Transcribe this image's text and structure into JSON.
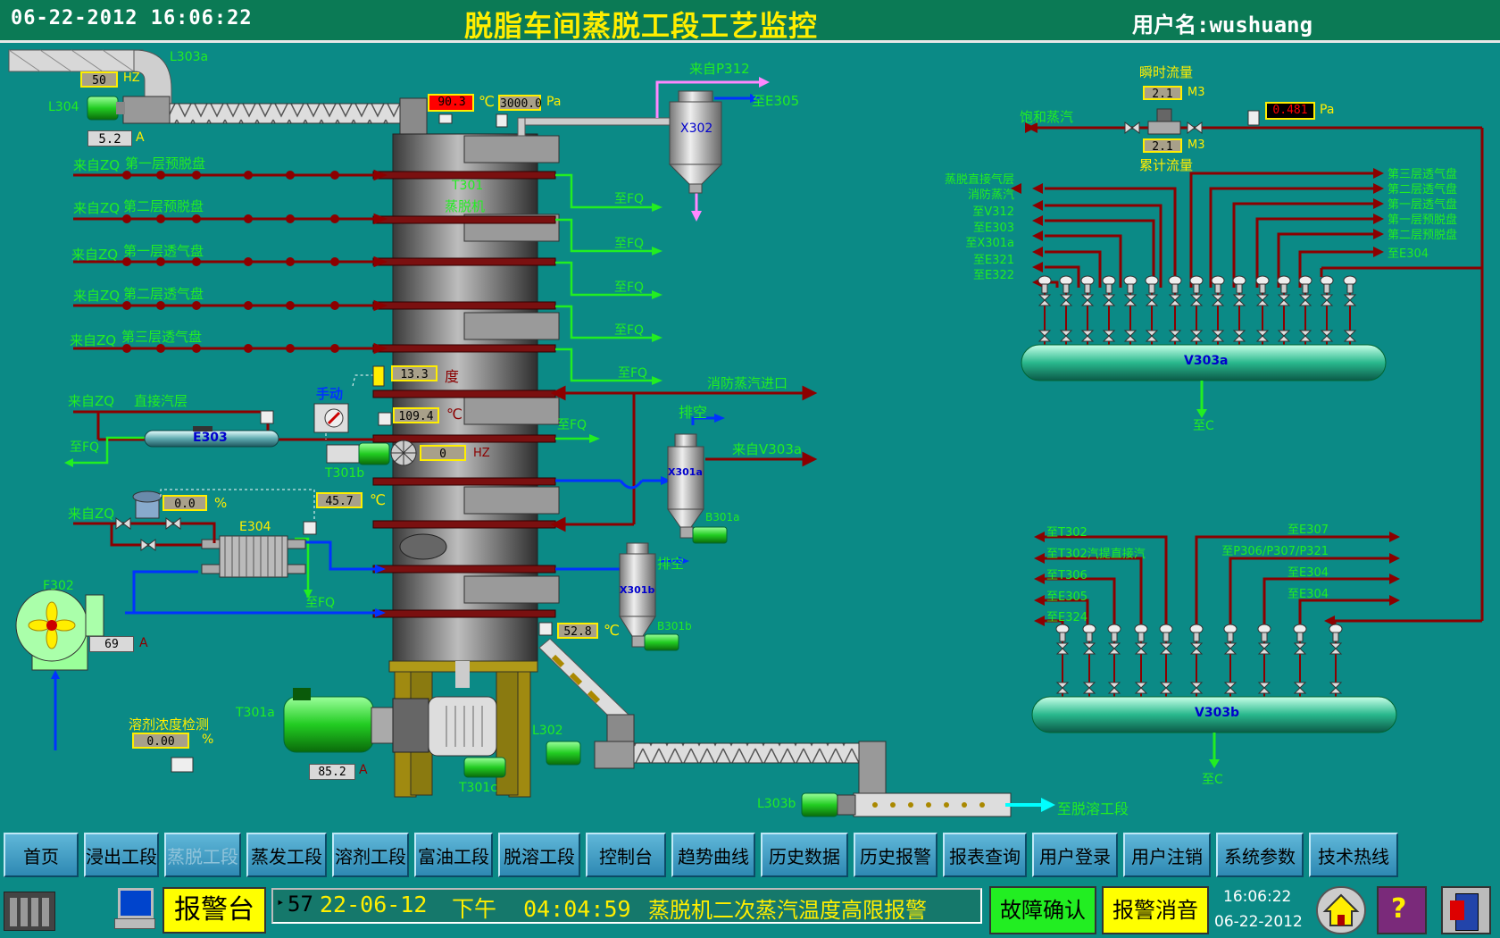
{
  "header": {
    "datetime": "06-22-2012  16:06:22",
    "title": "脱脂车间蒸脱工段工艺监控",
    "user": "用户名:wushuang"
  },
  "readings": {
    "hz_l303a": "50",
    "a_l304": "5.2",
    "temp_top": "90.3",
    "pressure_top": "3000.0",
    "deg_13": "13.3",
    "temp_109": "109.4",
    "hz_fan": "0",
    "valve_pct": "0.0",
    "temp_457": "45.7",
    "amp_f302": "69",
    "solvent_conc": "0.00",
    "amp_t301a": "85.2",
    "temp_528": "52.8",
    "flow_inst": "2.1",
    "flow_total": "2.1",
    "pressure_sat": "0.481"
  },
  "units": {
    "hz": "HZ",
    "amp": "A",
    "celsius": "℃",
    "pa": "Pa",
    "degree": "度",
    "pct": "%",
    "m3": "M3"
  },
  "left_labels": {
    "l303a": "L303a",
    "l304": "L304",
    "t301": "T301",
    "t301_name": "蒸脱机",
    "e303": "E303",
    "e304": "E304",
    "f302": "F302",
    "t301a": "T301a",
    "t301b": "T301b",
    "t301c": "T301c",
    "l302": "L302",
    "l303b": "L303b",
    "x302": "X302",
    "x301a": "X301a",
    "x301b": "X301b",
    "b301a": "B301a",
    "b301b": "B301b",
    "manual": "手动",
    "solvent_detect": "溶剂浓度检测"
  },
  "flow_labels": {
    "from_zq": "来自ZQ",
    "tray1_pre": "第一层预脱盘",
    "tray2_pre": "第二层预脱盘",
    "tray1_vent": "第一层透气盘",
    "tray2_vent": "第二层透气盘",
    "tray3_vent": "第三层透气盘",
    "direct_steam": "直接汽层",
    "to_fq": "至FQ",
    "from_p312": "来自P312",
    "to_e305": "至E305",
    "fire_steam_in": "消防蒸汽进口",
    "exhaust": "排空",
    "from_v303a": "来自V303a",
    "to_desolv": "至脱溶工段"
  },
  "right_top": {
    "inst_flow": "瞬时流量",
    "total_flow": "累计流量",
    "sat_steam": "饱和蒸汽",
    "left_outputs": [
      "蒸脱直接气层",
      "消防蒸汽",
      "至V312",
      "至E303",
      "至X301a",
      "至E321",
      "至E322"
    ],
    "right_outputs": [
      "第三层透气盘",
      "第二层透气盘",
      "第一层透气盘",
      "第一层预脱盘",
      "第二层预脱盘",
      "至E304"
    ],
    "tank": "V303a",
    "to_c": "至C"
  },
  "right_bottom": {
    "left_outputs": [
      "至T302",
      "至T302汽提直接汽",
      "至T306",
      "至E305",
      "至E324"
    ],
    "right_outputs": [
      "至E307",
      "至P306/P307/P321",
      "至E304",
      "至E304"
    ],
    "tank": "V303b",
    "to_c": "至C"
  },
  "nav": {
    "items": [
      "首页",
      "浸出工段",
      "蒸脱工段",
      "蒸发工段",
      "溶剂工段",
      "富油工段",
      "脱溶工段",
      "控制台",
      "趋势曲线",
      "历史数据",
      "历史报警",
      "报表查询",
      "用户登录",
      "用户注销",
      "系统参数",
      "技术热线"
    ],
    "active_index": 2
  },
  "status": {
    "alarm_desk": "报警台",
    "alarm_count": "57",
    "alarm_date": "22-06-12",
    "alarm_time": "下午  04:04:59",
    "alarm_msg": "蒸脱机二次蒸汽温度高限报警",
    "fault_confirm": "故障确认",
    "alarm_silence": "报警消音",
    "clock_time": "16:06:22",
    "clock_date": "06-22-2012"
  },
  "colors": {
    "background": "#0b8a86",
    "header": "#0b7a55",
    "title": "#ffee00",
    "steam_line": "#8b0000",
    "green_line": "#22ee22",
    "blue_line": "#0033ff",
    "value_box": "#a8a08a",
    "alarm_red": "#ff0000"
  }
}
